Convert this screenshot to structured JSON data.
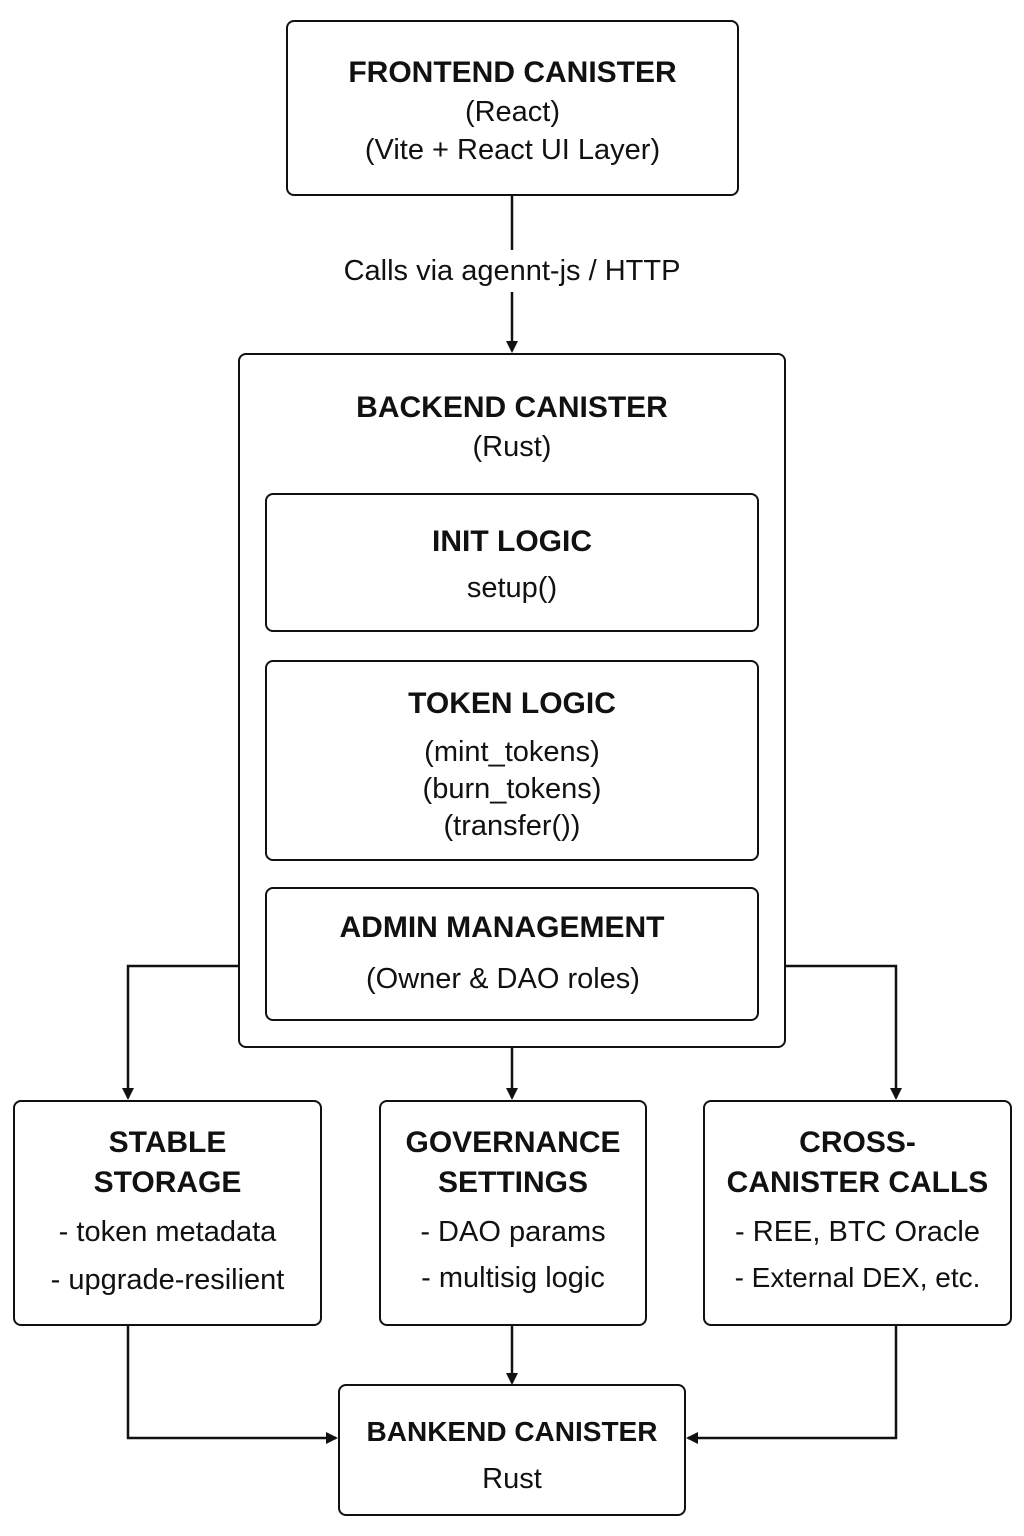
{
  "frontend": {
    "title": "FRONTEND CANISTER",
    "line1": "(React)",
    "line2": "(Vite + React UI Layer)"
  },
  "edge_label": "Calls via agennt-js / HTTP",
  "backend": {
    "title": "BACKEND CANISTER",
    "line1": "(Rust)",
    "init": {
      "title": "INIT LOGIC",
      "line1": "setup()"
    },
    "token": {
      "title": "TOKEN LOGIC",
      "line1": "(mint_tokens)",
      "line2": "(burn_tokens)",
      "line3": "(transfer())"
    },
    "admin": {
      "title": "ADMIN MANAGEMENT",
      "line1": "(Owner & DAO roles)"
    }
  },
  "stable": {
    "title1": "STABLE",
    "title2": "STORAGE",
    "item1": "- token metadata",
    "item2": "- upgrade-resilient"
  },
  "governance": {
    "title1": "GOVERNANCE",
    "title2": "SETTINGS",
    "item1": "- DAO params",
    "item2": "- multisig logic"
  },
  "cross": {
    "title1": "CROSS-",
    "title2": "CANISTER CALLS",
    "item1": "- REE, BTC Oracle",
    "item2": "- External DEX, etc."
  },
  "bankend": {
    "title": "BANKEND CANISTER",
    "line1": "Rust"
  },
  "colors": {
    "stroke": "#111111",
    "background": "#ffffff"
  }
}
